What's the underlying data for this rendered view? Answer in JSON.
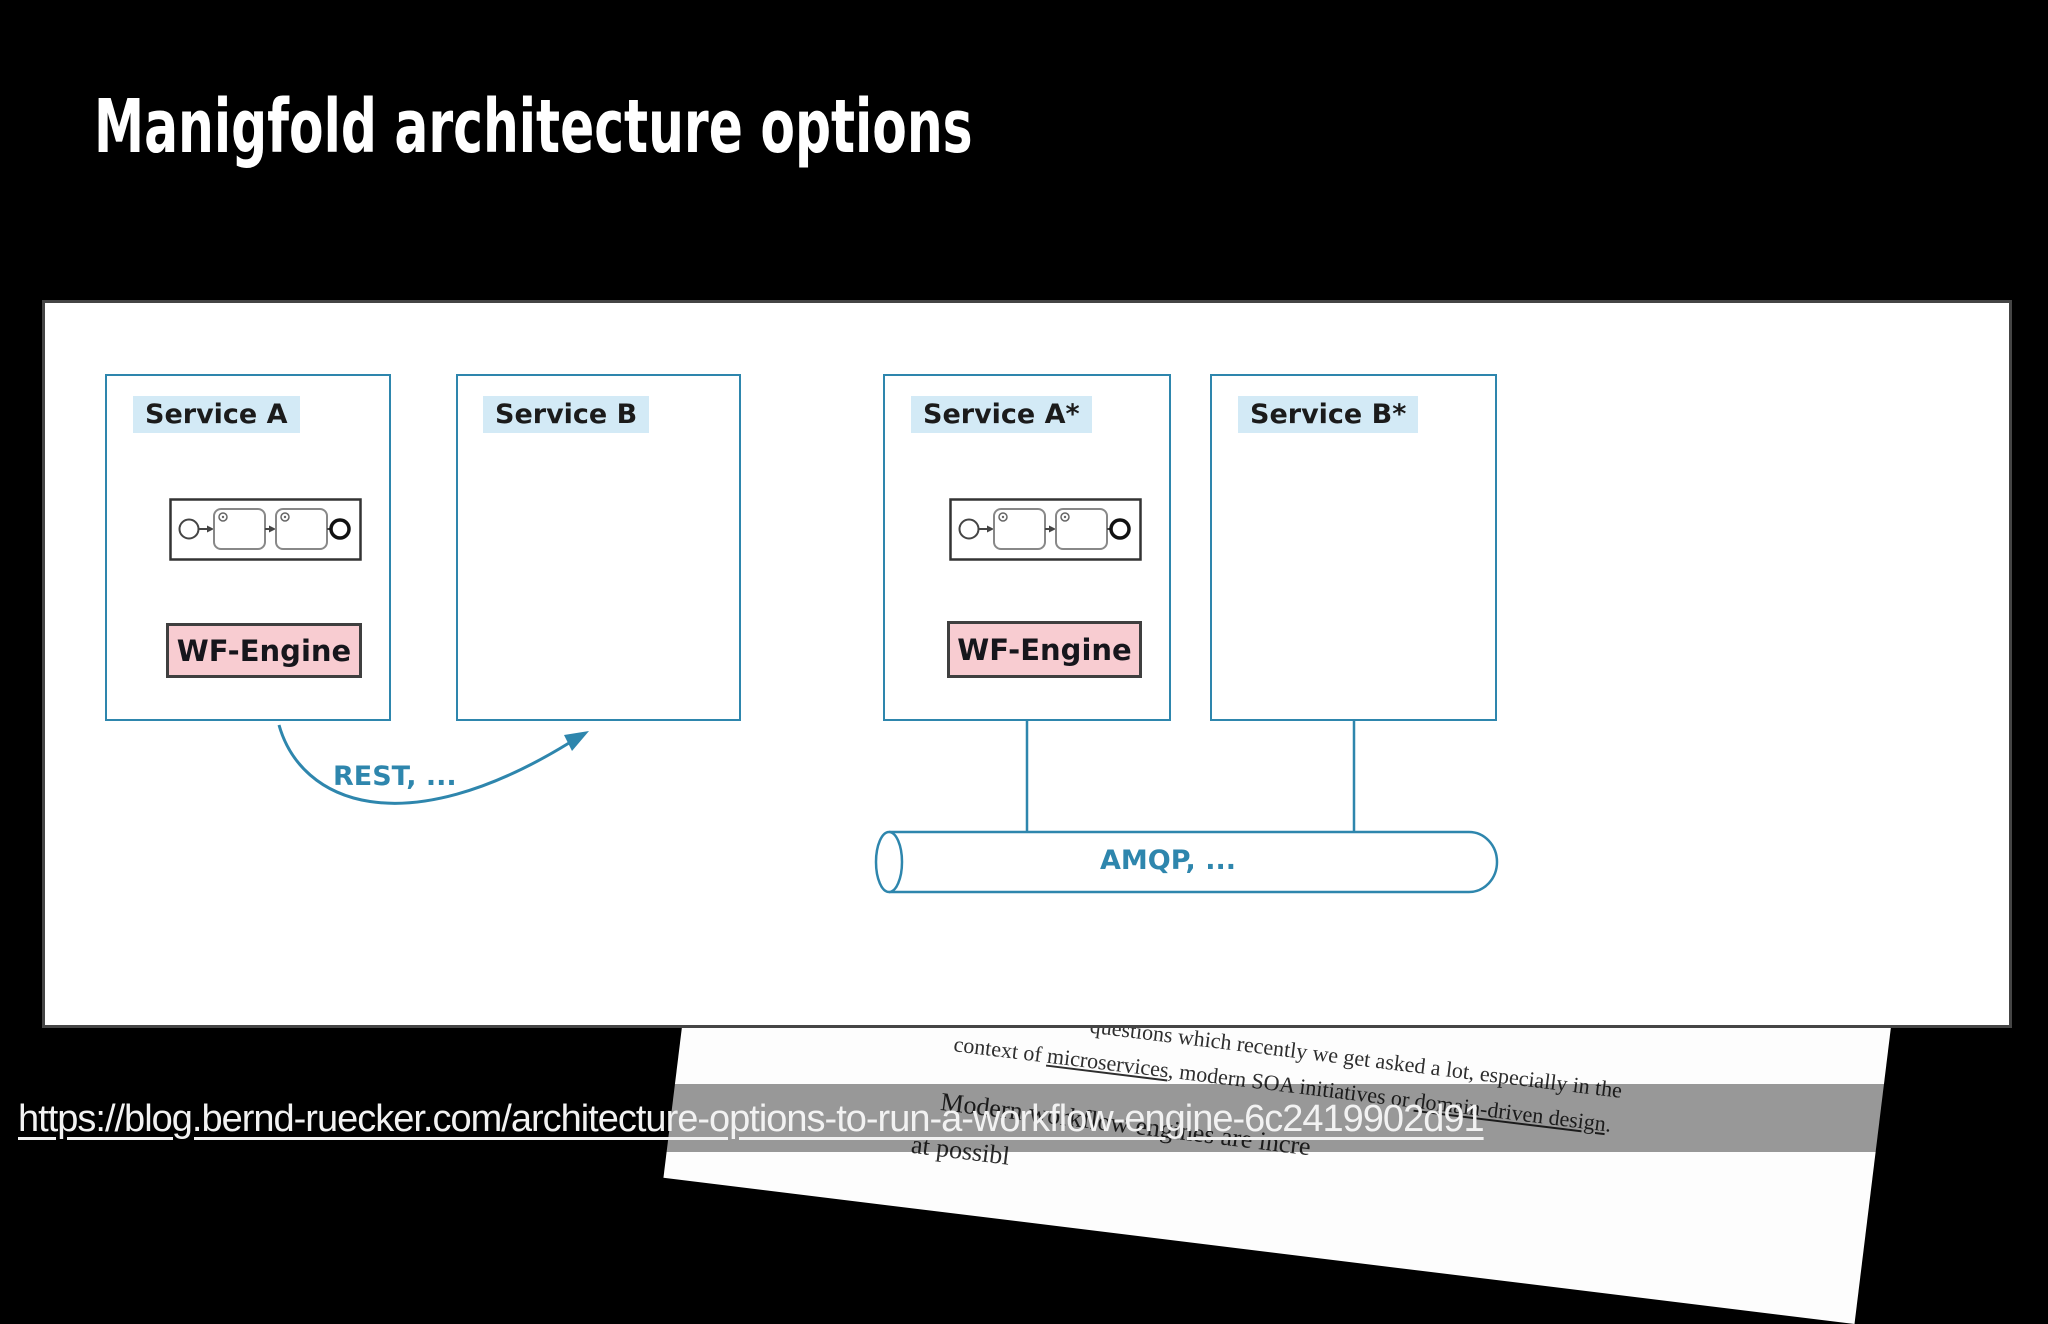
{
  "slide": {
    "title": "Manigfold architecture options"
  },
  "services": [
    {
      "label": "Service A"
    },
    {
      "label": "Service B"
    },
    {
      "label": "Service A*"
    },
    {
      "label": "Service B*"
    }
  ],
  "labels": {
    "engine": "WF-Engine",
    "rest": "REST, ...",
    "amqp": "AMQP, ..."
  },
  "article": {
    "line1": "questions which recently we get asked a lot, especially in the",
    "line2_pre": "context of ",
    "line2_link1": "microservices",
    "line2_mid": ", modern SOA initiatives or ",
    "line2_link2": "domain-driven design",
    "line2_post": ".",
    "line3": "Modern workflow engines are incre",
    "line4": "at possibl"
  },
  "footer": {
    "url": "https://blog.bernd-ruecker.com/architecture-options-to-run-a-workflow-engine-6c2419902d91"
  },
  "colors": {
    "accent_blue": "#2e86ad",
    "highlight_blue": "#d3eaf6",
    "engine_pink": "#f8ccd1",
    "background": "#000000",
    "panel": "#ffffff"
  }
}
